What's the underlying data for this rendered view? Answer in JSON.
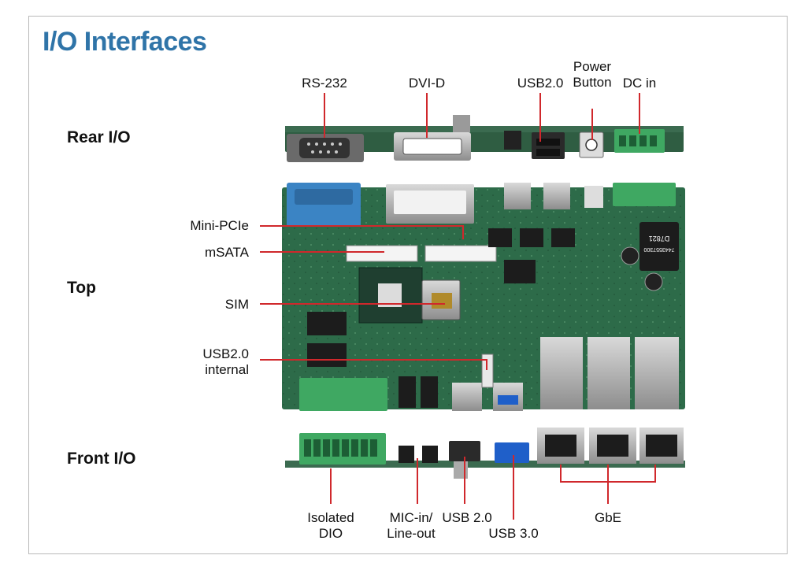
{
  "title": "I/O Interfaces",
  "sections": {
    "rear": "Rear I/O",
    "top": "Top",
    "front": "Front I/O"
  },
  "rear_labels": {
    "rs232": "RS-232",
    "dvid": "DVI-D",
    "usb20": "USB2.0",
    "power_button_line1": "Power",
    "power_button_line2": "Button",
    "dc_in": "DC in"
  },
  "top_labels": {
    "mini_pcie": "Mini-PCIe",
    "msata": "mSATA",
    "sim": "SIM",
    "usb_internal_line1": "USB2.0",
    "usb_internal_line2": "internal"
  },
  "front_labels": {
    "isolated_line1": "Isolated",
    "isolated_line2": "DIO",
    "mic_line1": "MIC-in/",
    "mic_line2": "Line-out",
    "usb20": "USB 2.0",
    "usb30": "USB 3.0",
    "gbe": "GbE"
  },
  "board_text": {
    "inductor_code1": "D7821",
    "inductor_code2": "7443557300"
  },
  "colors": {
    "title": "#2f74a8",
    "leader": "#d0282c",
    "pcb": "#2d6b49",
    "connector_green": "#3fa862",
    "rs232_blue": "#3b84c4",
    "usb3_blue": "#1f5fc9"
  }
}
